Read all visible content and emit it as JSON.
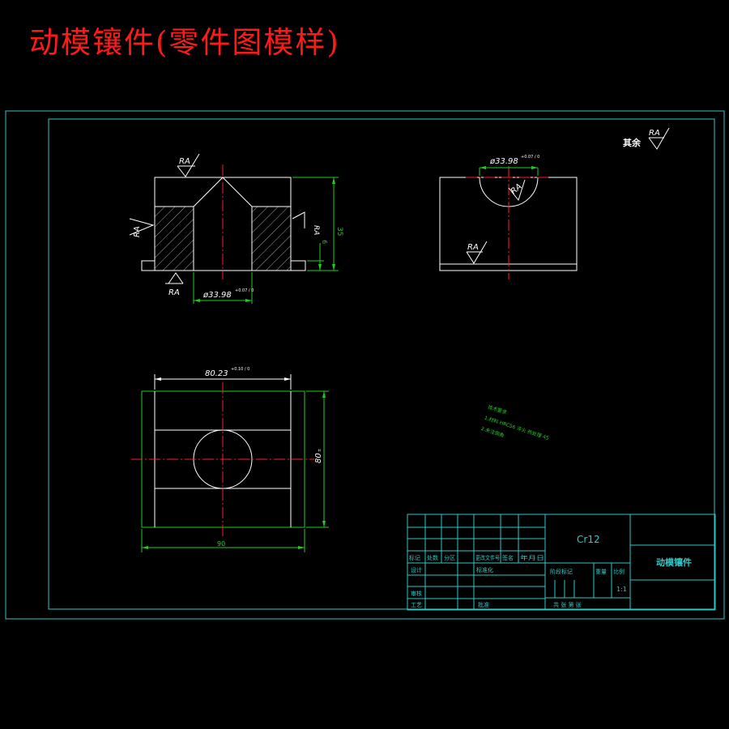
{
  "title": "动模镶件(零件图模样)",
  "colors": {
    "background": "#000000",
    "title": "#ff1a1a",
    "frame": "#2fc8c8",
    "outline": "#ffffff",
    "dimension": "#22cc22",
    "centerline": "#ff2020",
    "hatch": "#cccccc",
    "note": "#22cc22"
  },
  "surface_finish": {
    "symbol": "RA",
    "other_label": "其余"
  },
  "dimensions": {
    "front_bore": "ø33.98",
    "front_bore_tol": "+0.07 / 0",
    "right_bore": "ø33.98",
    "right_bore_tol": "+0.07 / 0",
    "plan_width": "80.23",
    "plan_width_tol": "+0.10 / 0",
    "plan_height": "80",
    "plan_height_tol": "±",
    "plan_overall": "90",
    "front_height": "35",
    "front_step": "6"
  },
  "notes": {
    "line1": "技术要求",
    "line2": "1.材料 HRC56 淬火 热处理 45",
    "line3": "2.未注倒角"
  },
  "title_block": {
    "material": "Cr12",
    "part_name": "动模镶件",
    "headers": [
      "标记",
      "处数",
      "分区",
      "更改文件号",
      "签名",
      "年月日"
    ],
    "design": "设计",
    "standardize": "标准化",
    "review": "审核",
    "process": "工艺",
    "approve": "批准",
    "stage_mark": "阶段标记",
    "weight": "重量",
    "scale_label": "比例",
    "scale_value": "1:1",
    "sheets": "共 张 第 张"
  }
}
